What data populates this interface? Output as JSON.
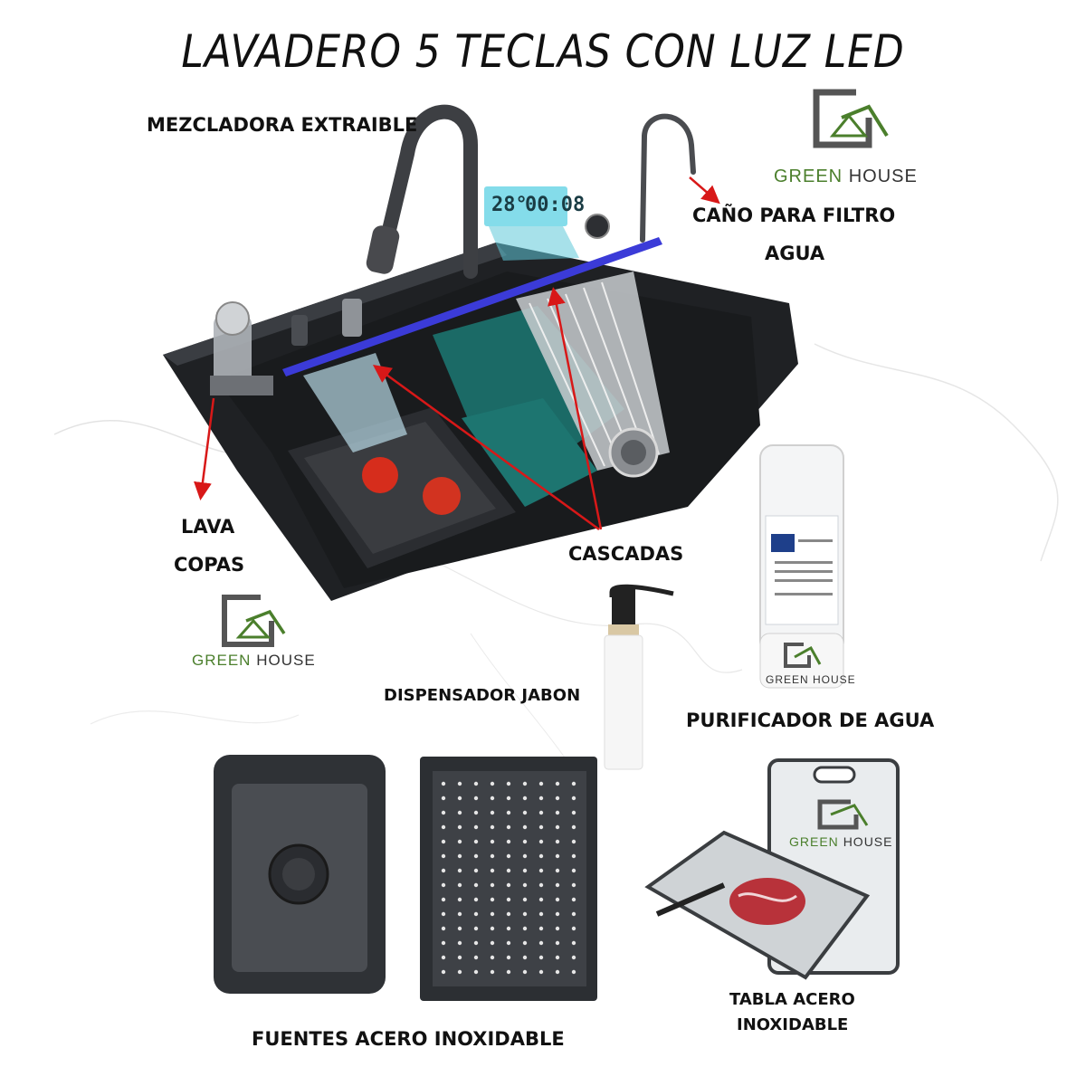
{
  "title": "LAVADERO 5 TECLAS CON LUZ LED",
  "labels": {
    "mezcladora": "MEZCLADORA EXTRAIBLE",
    "cano_line1": "CAÑO PARA FILTRO",
    "cano_line2": "AGUA",
    "lava_line1": "LAVA",
    "lava_line2": "COPAS",
    "cascadas": "CASCADAS",
    "dispensador": "DISPENSADOR JABON",
    "purificador": "PURIFICADOR DE AGUA",
    "fuentes": "FUENTES ACERO INOXIDABLE",
    "tabla_line1": "TABLA ACERO",
    "tabla_line2": "INOXIDABLE"
  },
  "display": {
    "temperature": "28°",
    "time": "00:08"
  },
  "brand": {
    "word1": "GREEN",
    "word2": "HOUSE",
    "filter_label": "GREEN HOUSE"
  },
  "colors": {
    "brand_green": "#4b7f2c",
    "logo_gray": "#555555",
    "arrow_red": "#d81818",
    "led_blue": "#3b3bd8",
    "sink_black": "#1d1f22"
  }
}
